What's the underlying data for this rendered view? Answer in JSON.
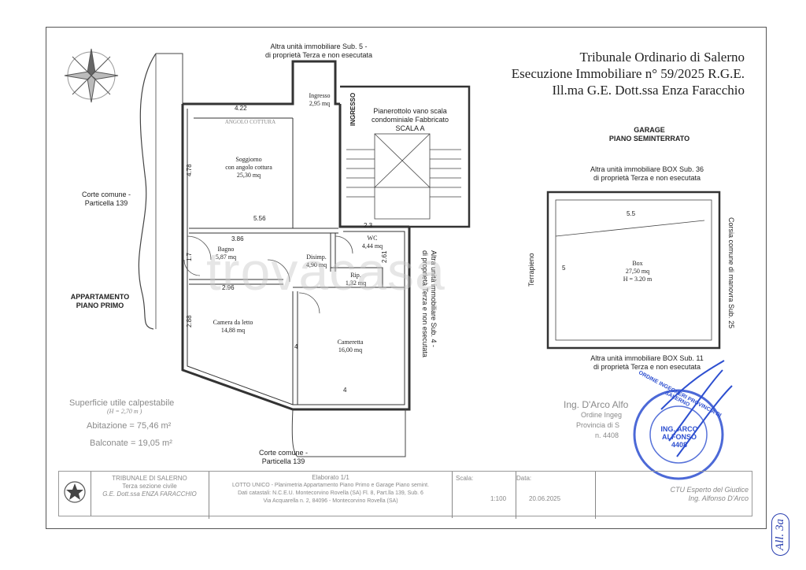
{
  "header": {
    "line1": "Tribunale Ordinario di Salerno",
    "line2": "Esecuzione Immobiliare n° 59/2025 R.G.E.",
    "line3": "Ill.ma G.E. Dott.ssa Enza Faracchio"
  },
  "labels": {
    "sub5_line1": "Altra unità immobiliare Sub. 5 -",
    "sub5_line2": "di proprietà Terza e non esecutata",
    "pianerottolo_line1": "Pianerottolo vano scala",
    "pianerottolo_line2": "condominiale Fabbricato",
    "pianerottolo_line3": "SCALA A",
    "ingresso_vert": "INGRESSO",
    "corte_left_1": "Corte comune -",
    "corte_left_2": "Particella 139",
    "appartamento_1": "APPARTAMENTO",
    "appartamento_2": "PIANO PRIMO",
    "sub4_line1": "Altra unità immobiliare Sub. 4 -",
    "sub4_line2": "di proprietà Terza e non esecutata",
    "corte_bottom_1": "Corte comune -",
    "corte_bottom_2": "Particella 139",
    "garage_1": "GARAGE",
    "garage_2": "PIANO SEMINTERRATO",
    "box36_1": "Altra unità immobiliare BOX Sub. 36",
    "box36_2": "di proprietà Terza e non esecutata",
    "terrapieno": "Terrapieno",
    "corsia": "Corsia comune di manovra Sub. 25",
    "box11_1": "Altra unità immobiliare BOX Sub. 11",
    "box11_2": "di proprietà Terza e non esecutata"
  },
  "rooms": {
    "ingresso_name": "Ingresso",
    "ingresso_area": "2,95 mq",
    "angolo": "ANGOLO COTTURA",
    "soggiorno_1": "Soggiorno",
    "soggiorno_2": "con angolo cottura",
    "soggiorno_area": "25,30 mq",
    "bagno_name": "Bagno",
    "bagno_area": "5,87 mq",
    "wc_name": "WC",
    "wc_area": "4,44 mq",
    "disimpegno_name": "Disimp.",
    "disimpegno_area": "4,90 mq",
    "rip_name": "Rip.",
    "rip_area": "1,32 mq",
    "camera_name": "Camera da letto",
    "camera_area": "14,88 mq",
    "cameretta_name": "Cameretta",
    "cameretta_area": "16,00 mq",
    "box_name": "Box",
    "box_area": "27,50 mq",
    "box_height": "H = 3.20 m"
  },
  "dimensions": {
    "d422": "4.22",
    "d478": "4.78",
    "d556": "5.56",
    "d23": "2.3",
    "d386": "3.86",
    "d17": "1.7",
    "d261": "2.61",
    "d296": "2.96",
    "d288": "2.88",
    "d4v": "4",
    "d4h": "4",
    "d55": "5.5",
    "d5": "5"
  },
  "surfaces": {
    "title": "Superficie utile calpestabile",
    "height": "(H = 2,70 m )",
    "abitazione": "Abitazione = 75,46 m²",
    "balconate": "Balconate = 19,05 m²"
  },
  "signature": {
    "name": "Ing. D'Arco Alfo",
    "line2": "Ordine Ingeg",
    "line3": "Provincia di S",
    "line4": "n. 4408"
  },
  "stamp_text": "ORDINE INGEGNERI PROVINCIA DI SALERNO",
  "stamp_inner": "ING. ARCO ALFONSO 4408",
  "watermark": "trovacasa",
  "titleblock": {
    "court_1": "TRIBUNALE DI SALERNO",
    "court_2": "Terza sezione civile",
    "court_3": "G.E. Dott.ssa ENZA FARACCHIO",
    "elaborato": "Elaborato 1/1",
    "desc_1": "LOTTO UNICO - Planimetria Appartamento Piano Primo e Garage Piano semint.",
    "desc_2": "Dati catastali: N.C.E.U. Montecorvino Rovella (SA) Fl. 8, Part.lla 139, Sub. 6",
    "desc_3": "Via Acquarella n. 2, 84096 - Montecorvino Rovella (SA)",
    "scale_label": "Scala:",
    "scale_value": "1:100",
    "date_label": "Data:",
    "date_value": "20.06.2025",
    "ctu_1": "CTU Esperto del Giudice",
    "ctu_2": "Ing. Alfonso D'Arco"
  },
  "margin_note": "All. 3a"
}
